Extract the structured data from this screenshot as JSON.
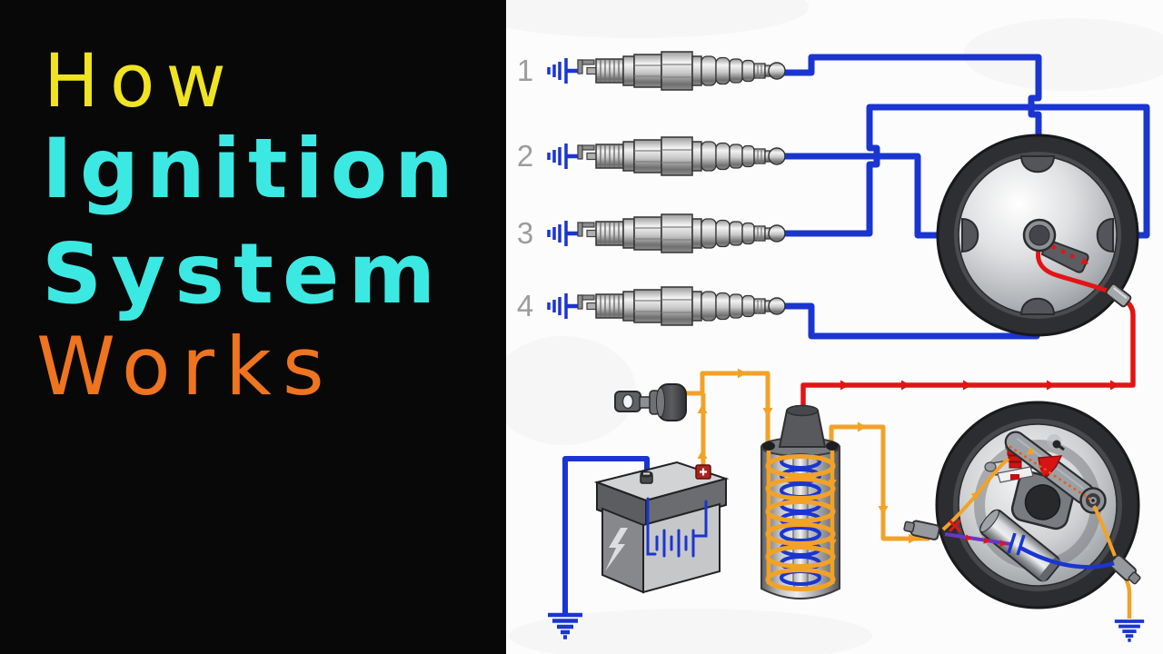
{
  "title": {
    "lines": [
      {
        "text": "How",
        "color": "#f0e322"
      },
      {
        "text": "Ignition",
        "color": "#3ce9e2"
      },
      {
        "text": "System",
        "color": "#3ce9e2"
      },
      {
        "text": "Works",
        "color": "#ee7420"
      }
    ]
  },
  "diagram": {
    "plug_labels": [
      "1",
      "2",
      "3",
      "4"
    ]
  },
  "theme": {
    "wire-blue": "#1a35d0",
    "wire-orange": "#f2a227",
    "wire-red": "#e31414",
    "wire-purple": "#6a35c8",
    "dotted-orange": "#e8611a",
    "label-gray": "#9c9c9c",
    "panel-black": "#080808",
    "bg-white": "#fcfcfd"
  }
}
